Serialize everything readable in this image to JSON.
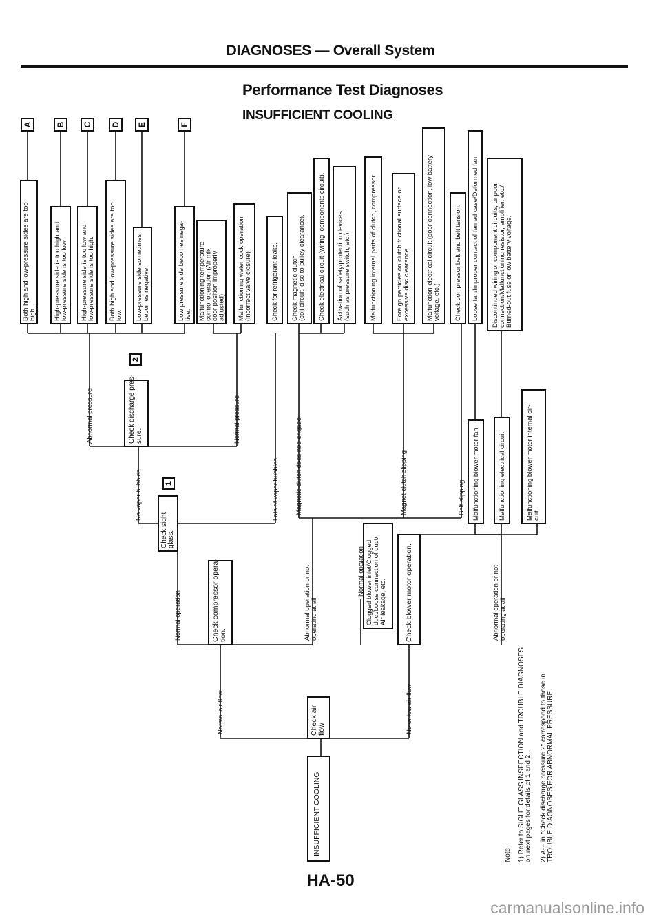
{
  "header": {
    "title": "DIAGNOSES — Overall System",
    "subtitle": "Performance Test Diagnoses",
    "section": "INSUFFICIENT COOLING"
  },
  "page_number": "HA-50",
  "watermark": "carmanualsonline.info",
  "nodes": {
    "root": "INSUFFICIENT COOLING",
    "check_air_flow": [
      "Check air",
      "flow"
    ],
    "check_compressor": [
      "Check compressor opera-",
      "tion."
    ],
    "check_blower": "Check blower motor operation.",
    "clogged": [
      "Clogged blower inlet/Clogged",
      "duct/Loose connection of duct/",
      "Air leakage, etc."
    ],
    "check_sight": [
      "Check sight",
      "glass."
    ],
    "check_discharge": [
      "Check discharge pres-",
      "sure."
    ],
    "refrigerant_leaks": "Check for refrigerant leaks.",
    "magnetic_clutch_check": [
      "Check magnetic clutch",
      "(coil circuit, disc to pulley clearance)."
    ],
    "electrical_circuit": "Check electrical circuit (wiring, components circuit).",
    "safety_devices": [
      "Activation of safety/protection devices",
      "(such as pressure switch, etc.)"
    ],
    "internal_clutch": "Malfunctioning internal parts of clutch, compressor",
    "foreign_particles": [
      "Foreign particles on clutch frictional surface or",
      "excessive disc clearance"
    ],
    "malfunction_electrical": [
      "Malfunction electrical circuit (poor connection, low battery",
      "voltage, etc.)"
    ],
    "belt_check": "Check compressor belt and belt tension.",
    "loose_fan": "Loose fan/Improper contact of fan ad case/Deformed fan",
    "discontinued_wiring": [
      "Discontinued wiring or component circuits, or poor",
      "connection/Malfunctioning resistor, amplifier, etc./",
      "Burned-out fuse or low battery voltage."
    ],
    "blower_motor_fan": "Malfunctioning blower motor fan",
    "blower_electrical": "Malfunctioning electrical circuit",
    "blower_internal": [
      "Malfunctioning blower motor internal cir-",
      "cuit"
    ],
    "pressure_A": [
      "Both high and low-pressure sides are too",
      "high."
    ],
    "pressure_B": [
      "High-pressure side is too high and",
      "low-pressure side is too low."
    ],
    "pressure_C": [
      "High-pressure side is too low and",
      "low-pressure side is too high."
    ],
    "pressure_D": [
      "Both high and low-pressure sides are too",
      "low."
    ],
    "pressure_E": [
      "Low-pressure side sometimes",
      "becomes negative."
    ],
    "pressure_F": [
      "Low pressure side becomes nega-",
      "tive."
    ],
    "temp_control": [
      "Malfunctioning temperature",
      "control operation (Air mix",
      "door position improperly",
      "adjusted)"
    ],
    "water_cock": [
      "Malfunctioning water cock operation",
      "(incorrect valve closure)"
    ]
  },
  "branch_labels": {
    "normal_air_flow": "Normal air flow",
    "no_low_air_flow": "No or low air flow",
    "normal_operation": "Normal operation",
    "normal_operation_2": "Normal operation",
    "abnormal_operation_1": [
      "Abnormal operation or not",
      "operating at all"
    ],
    "abnormal_operation_2": [
      "Abnormal operation or not",
      "operating at all"
    ],
    "no_vapor_bubbles": "No vapor bubbles",
    "lots_vapor_bubbles": "Lots of vapor bubbles",
    "abnormal_pressure": "Abnormal pressure",
    "normal_pressure": "Normal pressure",
    "clutch_not_engage": "Magnetic clutch does nog engage",
    "clutch_slipping": "Magnet clutch slipping",
    "belt_slipping": "Belt slipping"
  },
  "tags": {
    "ref1": "1",
    "ref2": "2",
    "A": "A",
    "B": "B",
    "C": "C",
    "D": "D",
    "E": "E",
    "F": "F"
  },
  "notes": {
    "heading": "Note:",
    "n1": [
      "1) Refer to SIGHT GLASS INSPECTION and TROUBLE DIAGNOSES",
      "on next pages for details of 1 and 2."
    ],
    "n2": [
      "2) A-F in \"Check discharge pressure 2\" correspond to those in",
      "TROUBLE DIAGNOSES FOR ABNORMAL PRESSURE."
    ]
  }
}
